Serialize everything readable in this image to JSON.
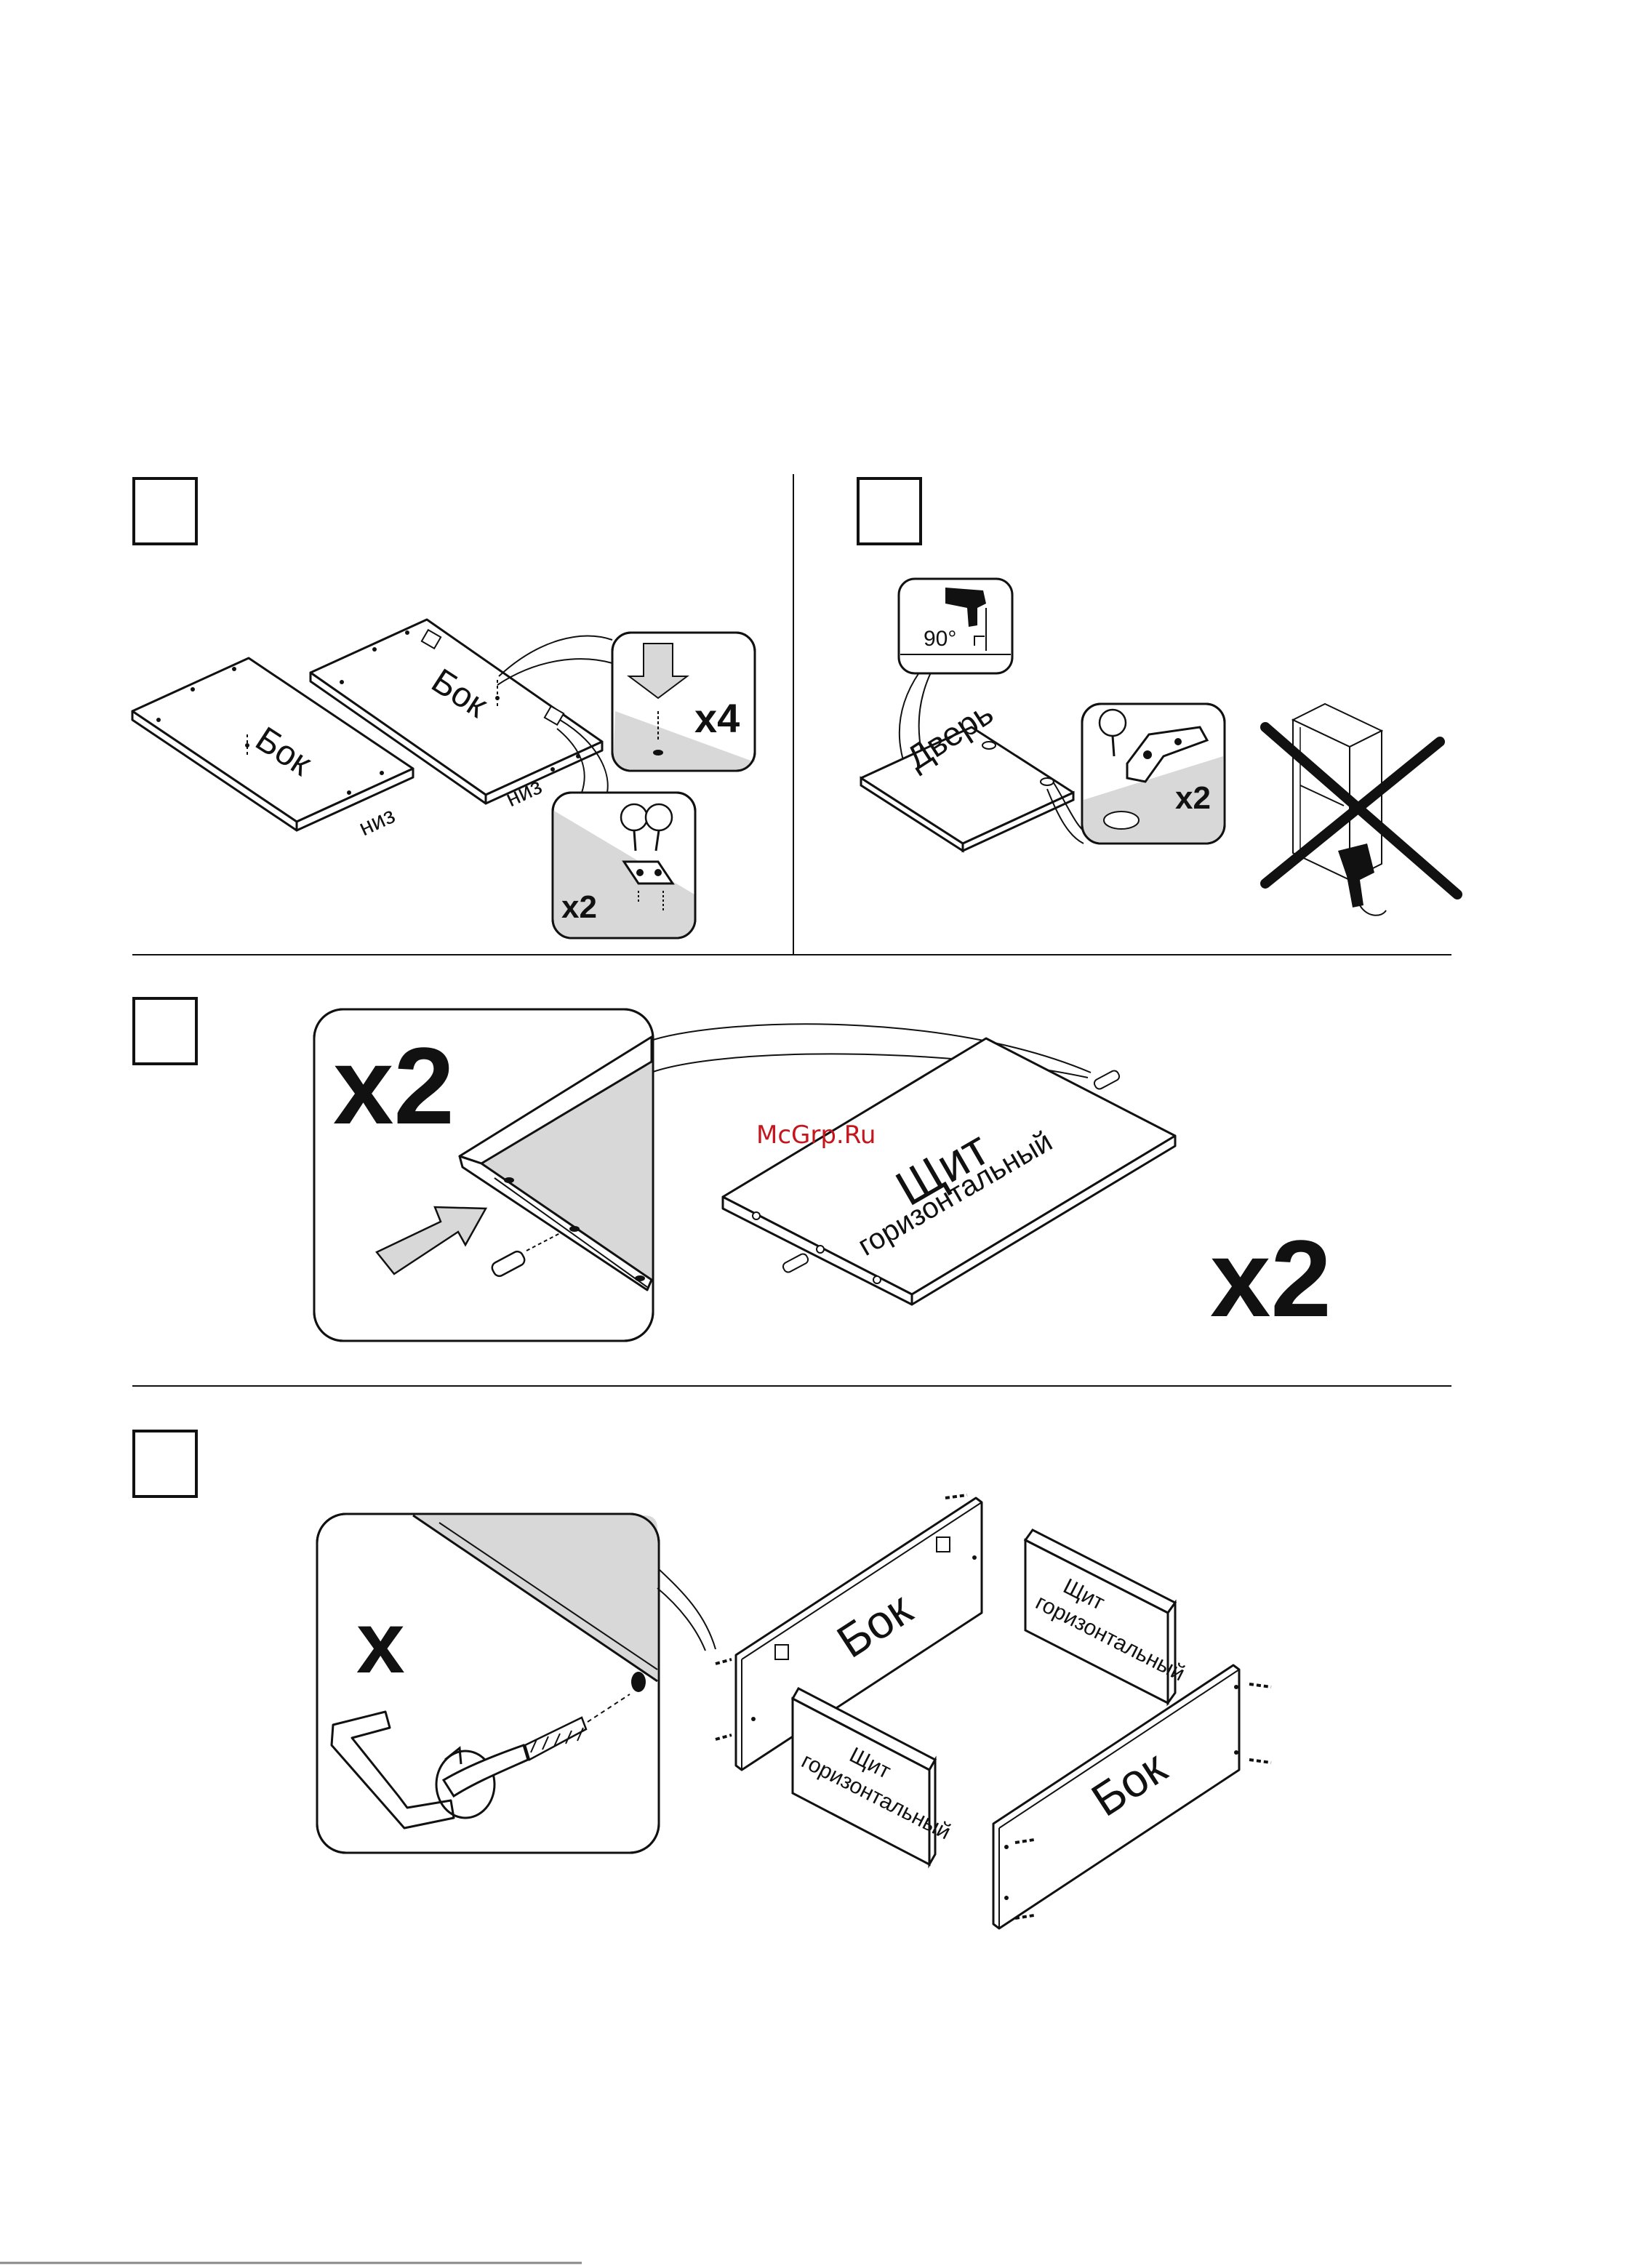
{
  "watermark": "McGrp.Ru",
  "colors": {
    "ink": "#111111",
    "shade": "#d8d8d8",
    "watermark": "#c4161c"
  },
  "step1": {
    "panel_left": "Бок",
    "panel_left_edge": "низ",
    "panel_right": "Бок",
    "panel_right_edge": "низ",
    "callout_top_qty": "x4",
    "callout_bottom_qty": "x2"
  },
  "step2": {
    "angle": "90°",
    "panel": "Дверь",
    "callout_qty": "x2",
    "warning_icon": "crossed-out-drill-icon"
  },
  "step3": {
    "callout_qty": "x2",
    "panel_line1": "Щит",
    "panel_line2": "горизонтальный",
    "total_qty": "x2"
  },
  "step4": {
    "callout_qty": "x",
    "side_back": "Бок",
    "side_front": "Бок",
    "shelf_back_line1": "Щит",
    "shelf_back_line2": "горизонтальный",
    "shelf_front_line1": "Щит",
    "shelf_front_line2": "горизонтальный"
  }
}
